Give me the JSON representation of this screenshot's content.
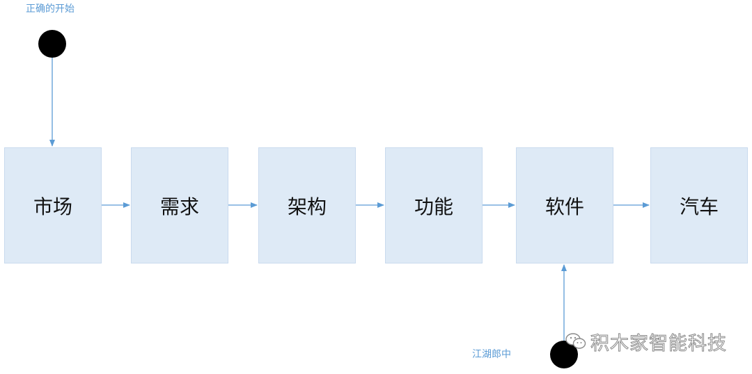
{
  "start_label": "正确的开始",
  "end_label": "江湖郎中",
  "steps": [
    "市场",
    "需求",
    "架构",
    "功能",
    "软件",
    "汽车"
  ],
  "watermark": "积木家智能科技",
  "colors": {
    "arrow": "#5b9bd5",
    "box_fill": "#deeaf6",
    "box_border": "#c9daee",
    "node": "#000000",
    "label": "#5b9bd5"
  },
  "icons": {
    "watermark": "wechat-icon"
  }
}
